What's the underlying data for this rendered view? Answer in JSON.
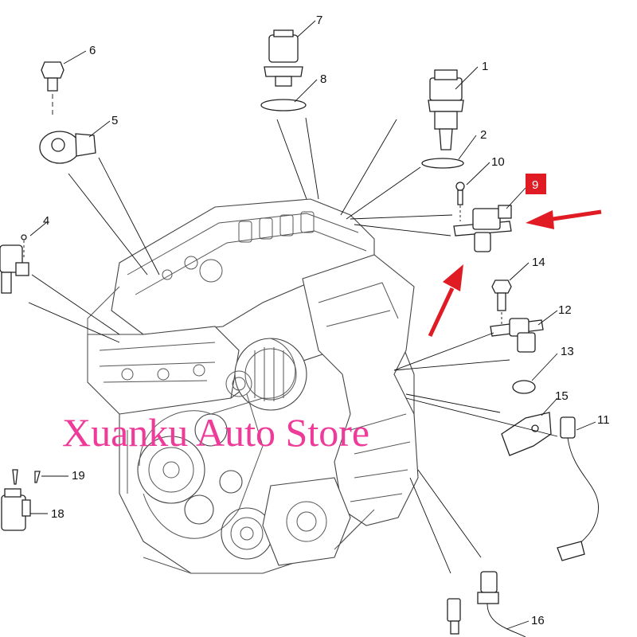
{
  "diagram": {
    "callouts": [
      "1",
      "2",
      "4",
      "5",
      "6",
      "7",
      "8",
      "10",
      "11",
      "12",
      "13",
      "14",
      "15",
      "16",
      "18",
      "19"
    ],
    "highlighted_callout": "9",
    "highlight_color": "#e01b24",
    "arrow_color": "#e01b24",
    "watermark": "Xuanku Auto Store",
    "watermark_color": "#ee3b9a"
  }
}
